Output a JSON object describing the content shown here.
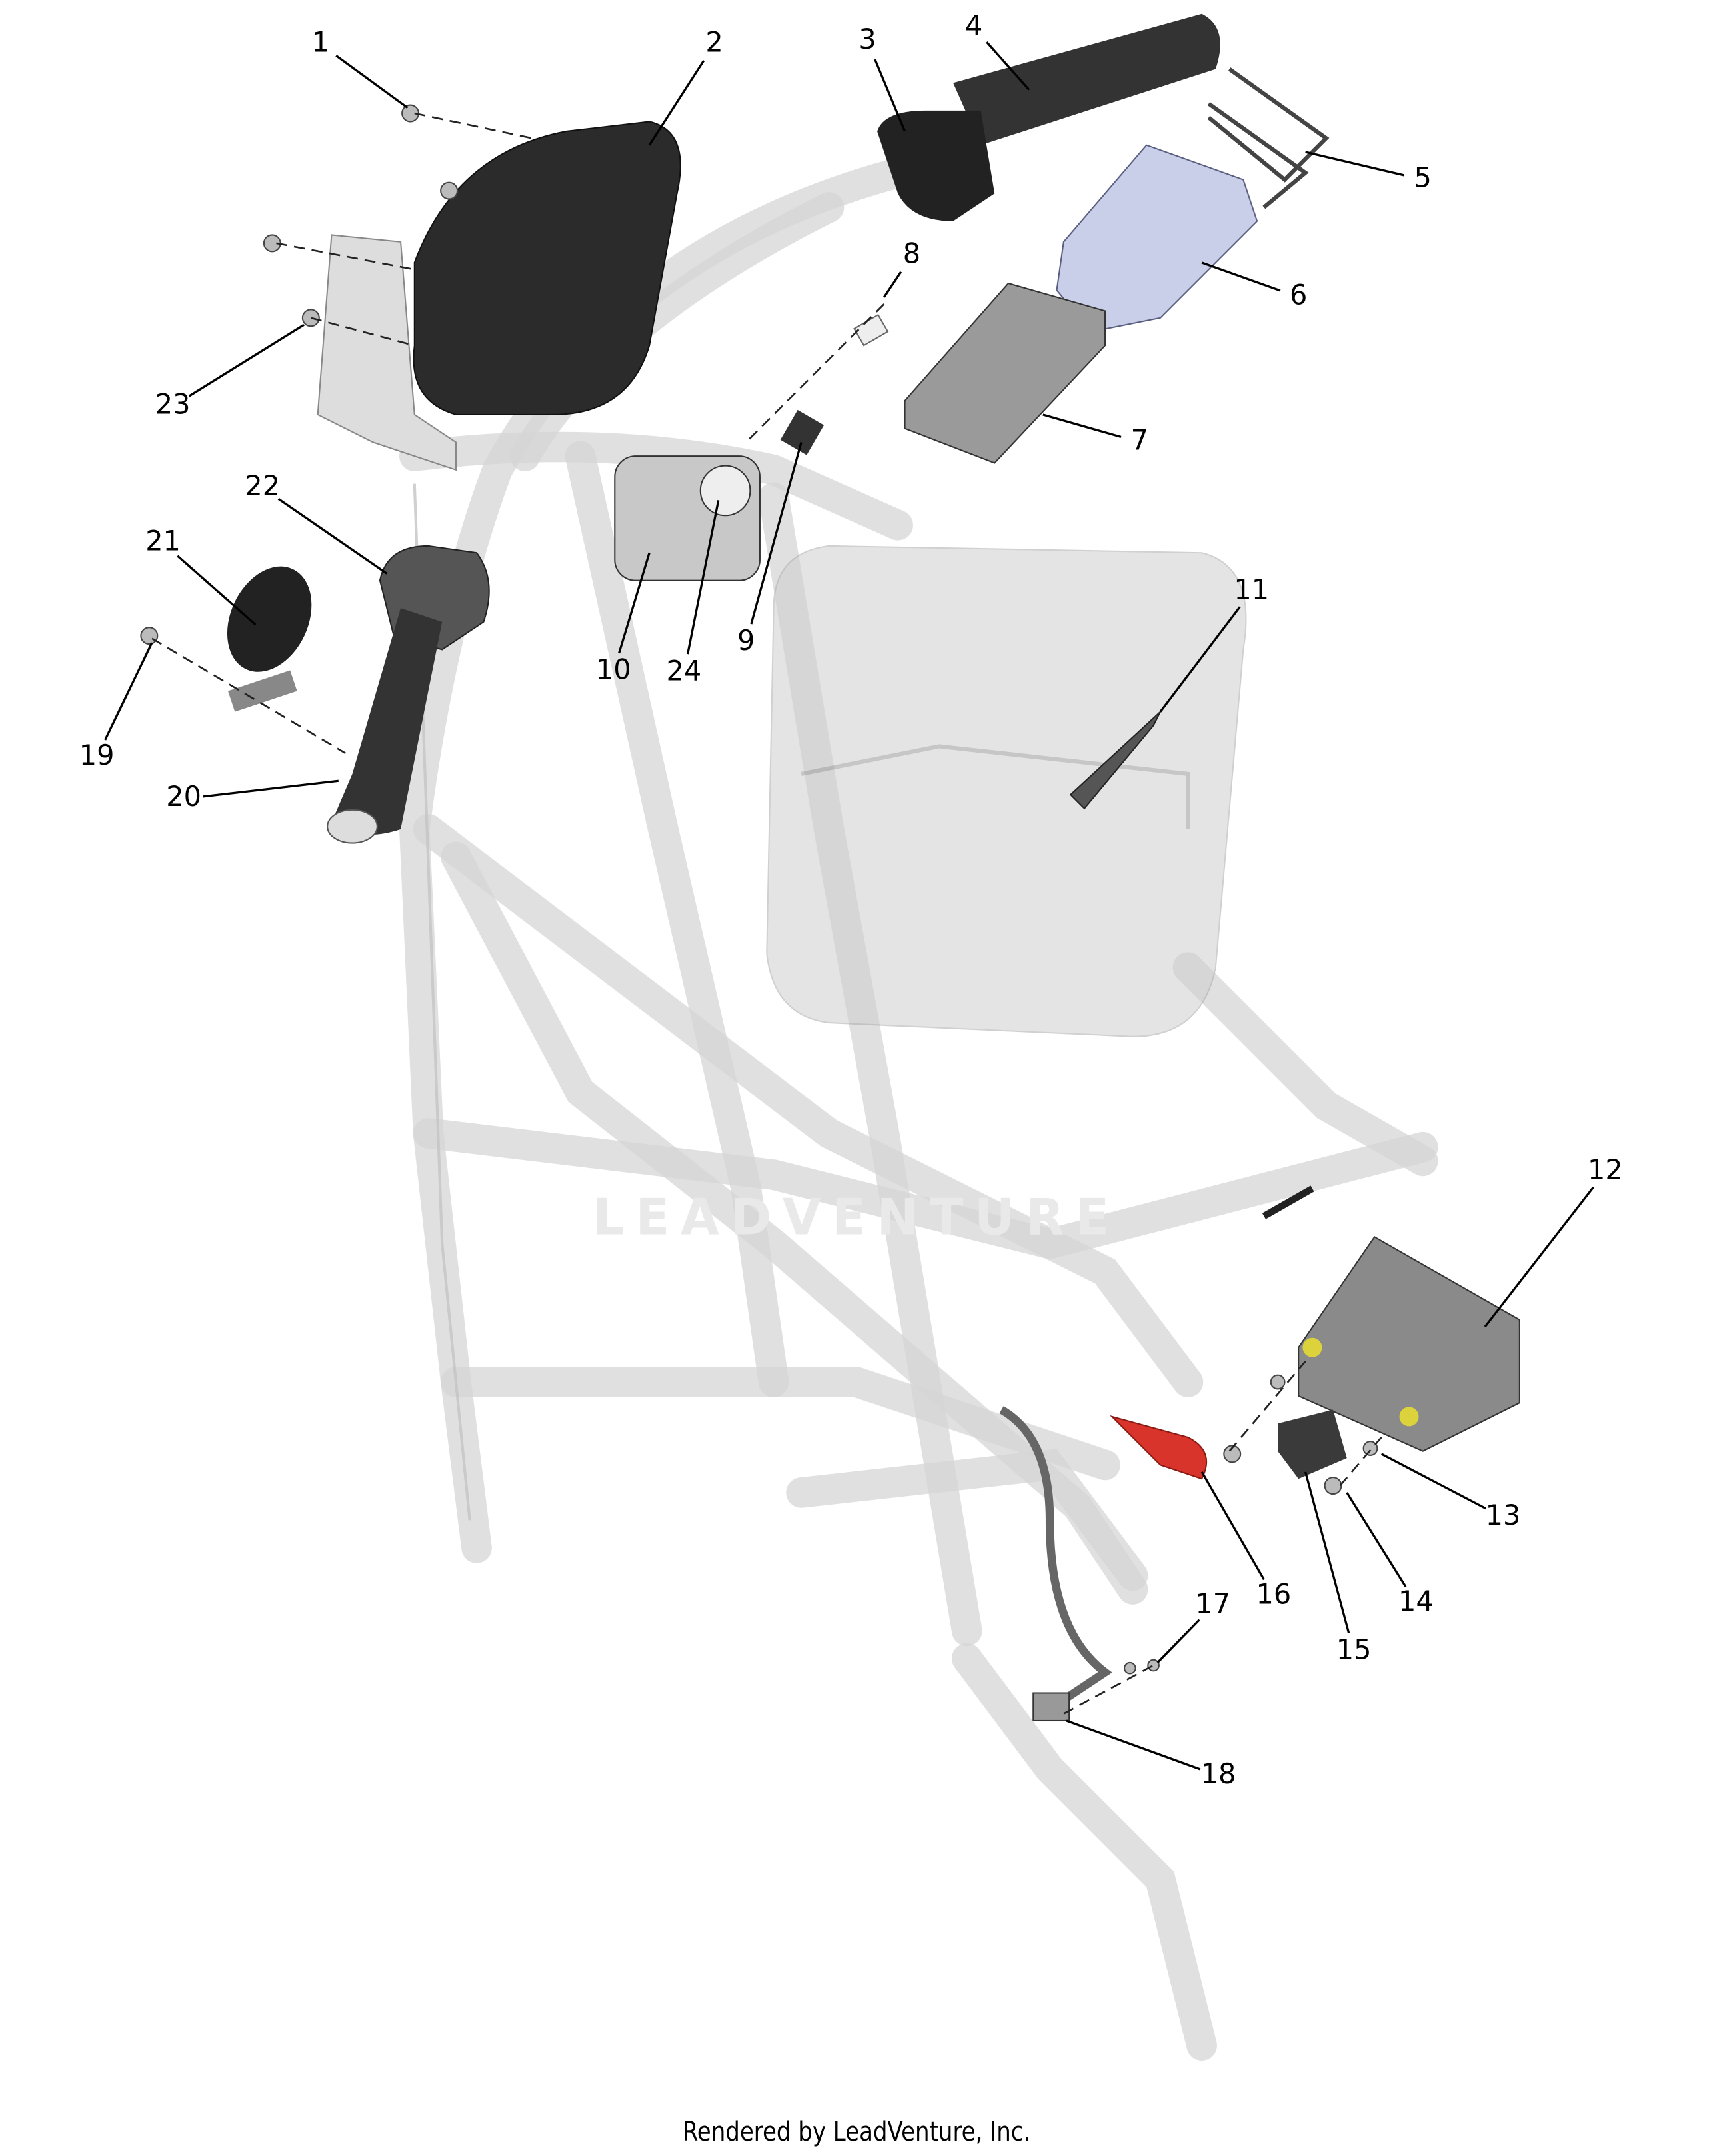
{
  "title": "Parts diagram - handlebar controls, electronics and frame",
  "callouts": [
    "1",
    "2",
    "3",
    "4",
    "5",
    "6",
    "7",
    "8",
    "9",
    "10",
    "11",
    "12",
    "13",
    "14",
    "15",
    "16",
    "17",
    "18",
    "19",
    "20",
    "21",
    "22",
    "23",
    "24"
  ],
  "watermark": "LEADVENTURE",
  "footer": "Rendered by LeadVenture, Inc.",
  "colors": {
    "frame": "#d6d6d6",
    "grip": "#3a3a3a",
    "boot": "#d9342b",
    "cover": "#c9cfe8",
    "module": "#8a8a8a"
  }
}
